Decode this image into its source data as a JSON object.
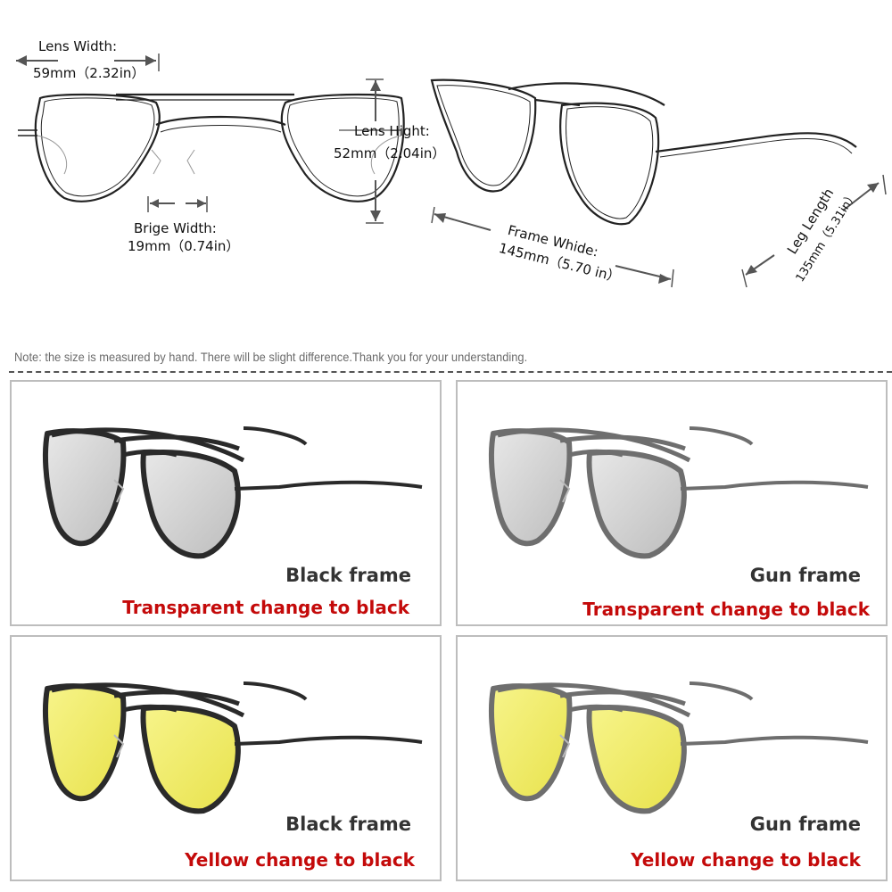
{
  "dimensions": {
    "lens_width": {
      "label": "Lens Width:",
      "value": "59mm（2.32in）"
    },
    "bridge_width": {
      "label": "Brige Width:",
      "value": "19mm（0.74in）"
    },
    "lens_height": {
      "label": "Lens Hight:",
      "value": "52mm（2.04in）"
    },
    "frame_width": {
      "label": "Frame Whide:",
      "value": "145mm（5.70 in）"
    },
    "leg_length": {
      "label": "Leg Length",
      "value": "135mm（5.31in）"
    }
  },
  "note": "Note: the size is measured by hand. There will be slight difference.Thank you for your understanding.",
  "variants": [
    {
      "frame": "Black frame",
      "lens": "Transparent change to black",
      "frame_color": "#2a2a2a",
      "lens_color": "#cfcfcf"
    },
    {
      "frame": "Gun frame",
      "lens": "Transparent change to black",
      "frame_color": "#6e6e6e",
      "lens_color": "#cfcfcf"
    },
    {
      "frame": "Black frame",
      "lens": "Yellow change to black",
      "frame_color": "#2a2a2a",
      "lens_color": "#f2ee6a"
    },
    {
      "frame": "Gun frame",
      "lens": "Yellow change to black",
      "frame_color": "#6e6e6e",
      "lens_color": "#f2ee6a"
    }
  ],
  "colors": {
    "accent_red": "#c40a0a",
    "title_gray": "#333333",
    "card_border": "#bdbdbd"
  }
}
